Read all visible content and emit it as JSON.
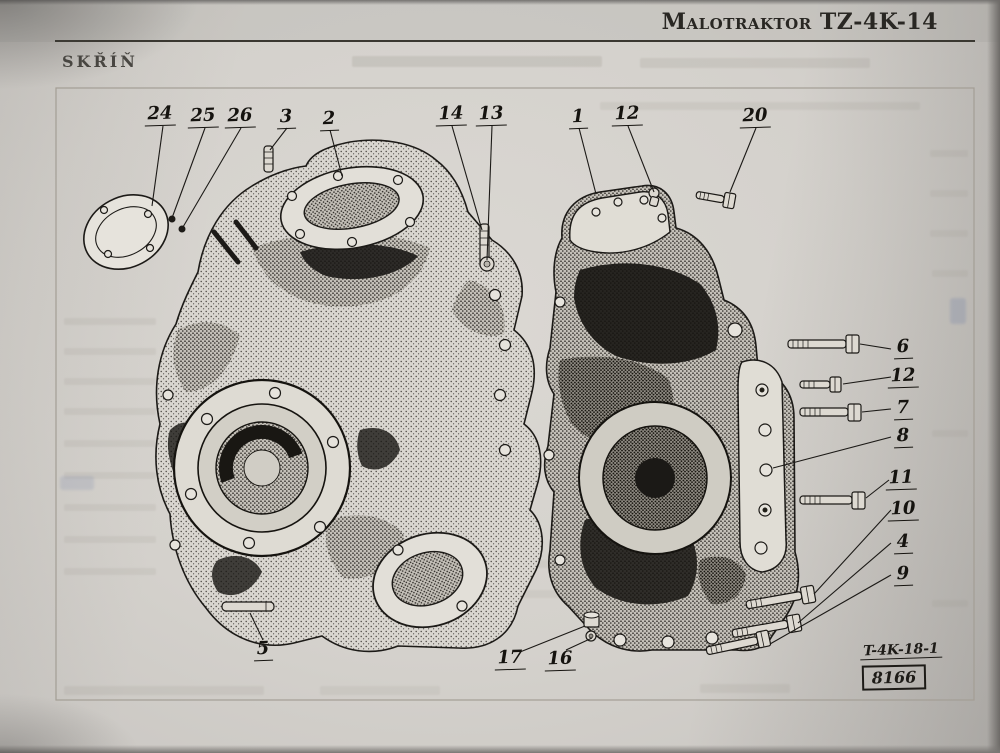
{
  "page": {
    "header_title": "Malotraktor TZ-4K-14",
    "section_title": "SKŘÍŇ"
  },
  "figure": {
    "description": "gearbox-housing-exploded-parts-diagram",
    "callouts": [
      "24",
      "25",
      "26",
      "3",
      "2",
      "14",
      "13",
      "1",
      "12",
      "20",
      "6",
      "12",
      "7",
      "8",
      "11",
      "10",
      "4",
      "9",
      "5",
      "17",
      "16"
    ],
    "drawing_code": "T-4K-18-1",
    "figure_number": "8166"
  }
}
